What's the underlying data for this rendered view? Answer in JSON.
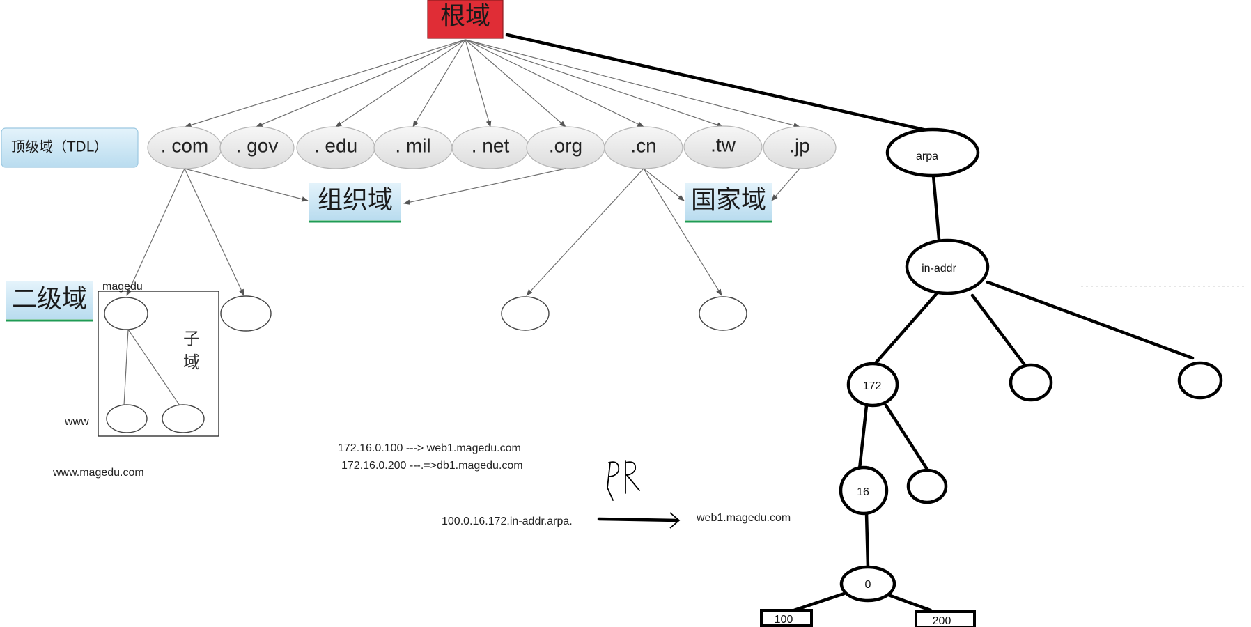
{
  "root": {
    "label": "根域",
    "fill": "#e02d36"
  },
  "tld_label": "顶级域（TDL）",
  "tlds": [
    ". com",
    ". gov",
    ". edu",
    ". mil",
    ". net",
    ".org",
    ".cn",
    ".tw",
    ".jp"
  ],
  "category_labels": {
    "org_domain": "组织域",
    "country_domain": "国家域",
    "second_level": "二级域"
  },
  "subdomain": {
    "parent_label": "magedu",
    "host_label": "www",
    "box_label": "子域",
    "fqdn": "www.magedu.com"
  },
  "reverse_tree": {
    "arpa": "arpa",
    "in_addr": "in-addr",
    "octet1": "172",
    "octet2": "16",
    "octet3": "0",
    "leaf_a": "100",
    "leaf_b": "200"
  },
  "records": {
    "forward_1": "172.16.0.100  ---> web1.magedu.com",
    "forward_2": "172.16.0.200 ---.=>db1.magedu.com",
    "ptr_query": "100.0.16.172.in-addr.arpa.",
    "ptr_answer": "web1.magedu.com"
  },
  "colors": {
    "label_bg": "#cfe8f5",
    "label_underline": "#1f9b55",
    "tld_fill": "#ececec"
  }
}
